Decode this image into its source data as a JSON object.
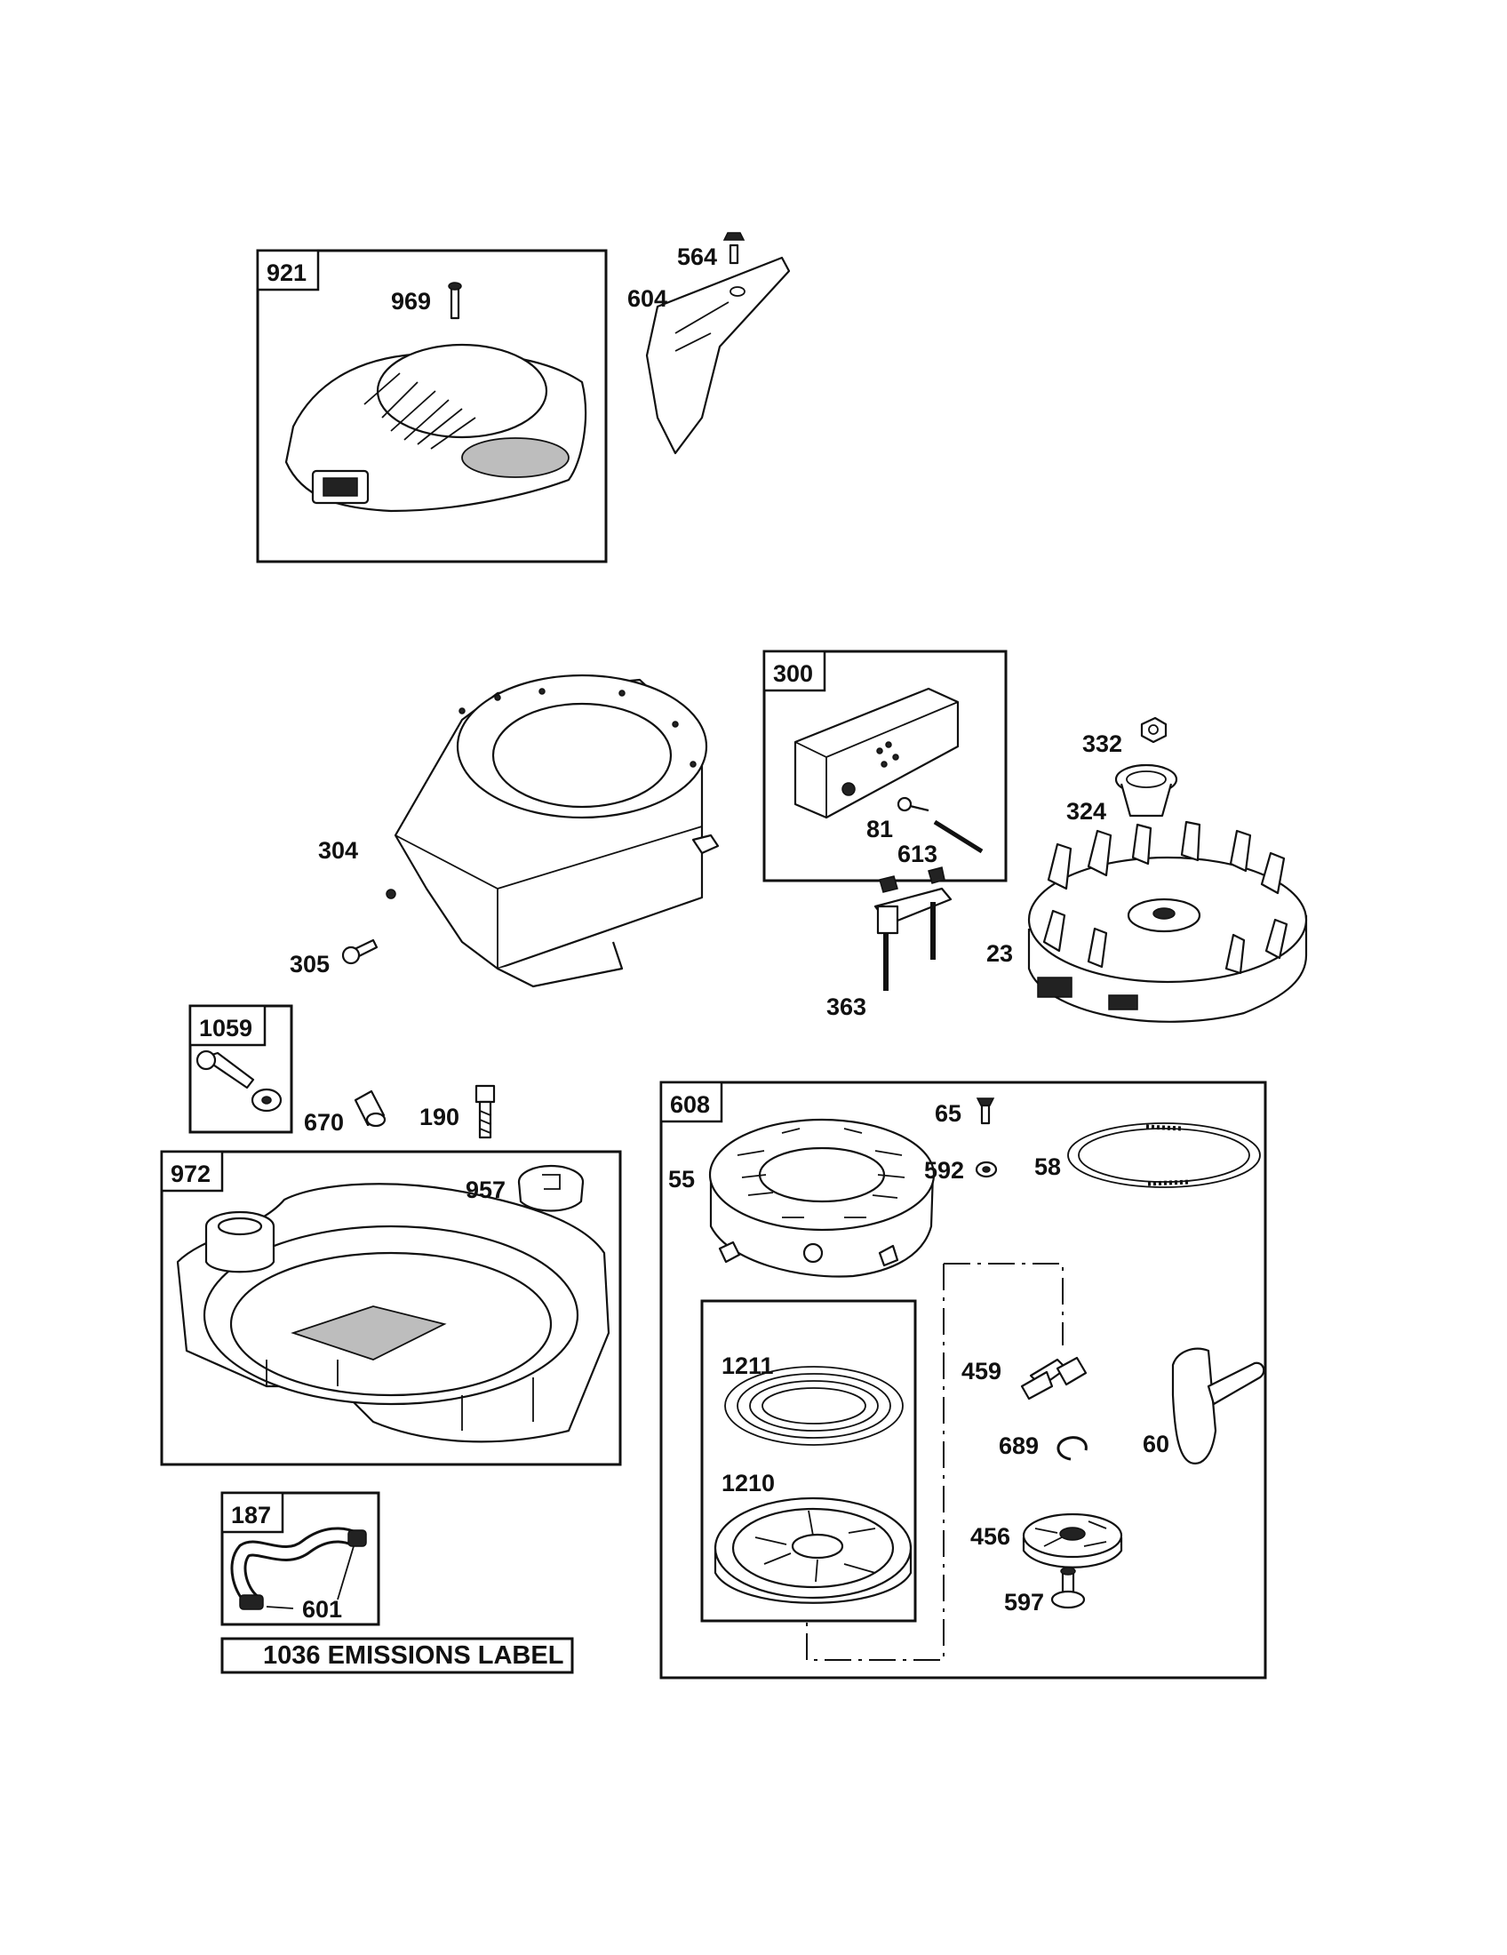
{
  "boxes": {
    "b921": "921",
    "b300": "300",
    "b1059": "1059",
    "b972": "972",
    "b608": "608",
    "b187": "187"
  },
  "parts": {
    "p969": "969",
    "p564": "564",
    "p604": "604",
    "p304": "304",
    "p305": "305",
    "p81": "81",
    "p613": "613",
    "p332": "332",
    "p324": "324",
    "p23": "23",
    "p363": "363",
    "p670": "670",
    "p190": "190",
    "p957": "957",
    "p65": "65",
    "p592": "592",
    "p58": "58",
    "p55": "55",
    "p1211": "1211",
    "p1210": "1210",
    "p459": "459",
    "p689": "689",
    "p60": "60",
    "p456": "456",
    "p597": "597",
    "p601": "601"
  },
  "emissions_label": "1036 EMISSIONS LABEL"
}
